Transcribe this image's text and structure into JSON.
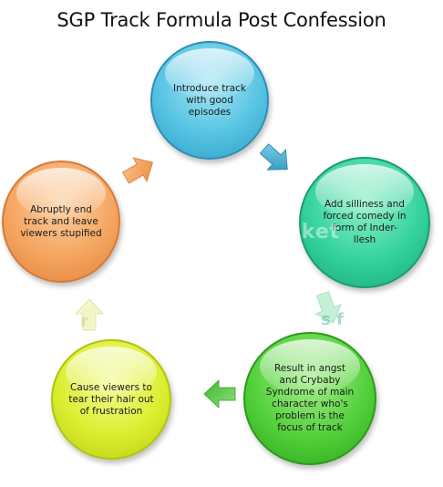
{
  "title": "SGP Track Formula Post Confession",
  "nodes": [
    {
      "id": "introduce",
      "label": "Introduce track\nwith good\nepisodes",
      "color": "#4fc4e0"
    },
    {
      "id": "silliness",
      "label": "Add silliness and\nforced comedy in\nform of Inder-\nllesh",
      "color": "#2fcf9a"
    },
    {
      "id": "angst",
      "label": "Result in angst\nand Crybaby\nSyndrome of main\ncharacter who's\nproblem is the\nfocus of track",
      "color": "#4fcf3a"
    },
    {
      "id": "frustration",
      "label": "Cause viewers to\ntear their hair out\nof frustration",
      "color": "#d9ee2a"
    },
    {
      "id": "abrupt",
      "label": "Abruptly end\ntrack and leave\nviewers stupified",
      "color": "#f5a460"
    }
  ],
  "watermark": {
    "text": "ucket",
    "overlay_text": "s f",
    "overlay_text_2": "r"
  },
  "arrow_colors": {
    "teal": "#3aa6c7",
    "light_green": "#bff0d0",
    "green": "#4fcc3a",
    "pale_yellow": "#f3f7c2",
    "orange": "#f5a460"
  }
}
